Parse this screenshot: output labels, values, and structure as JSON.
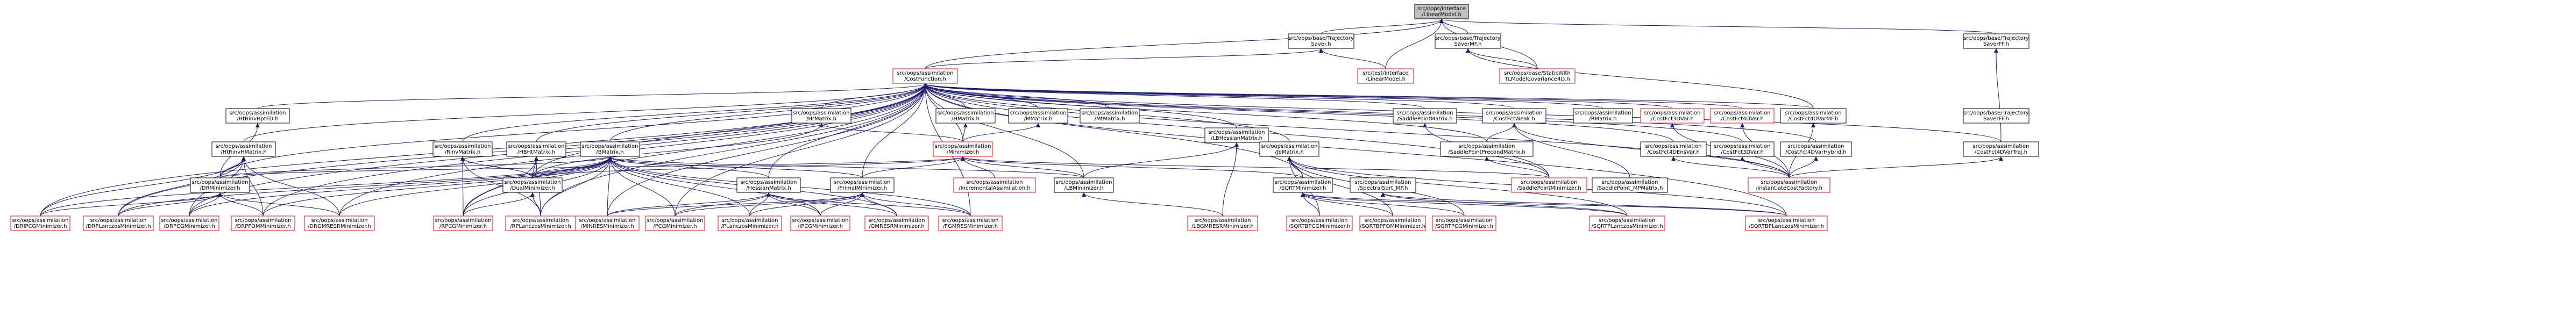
{
  "colors": {
    "edge": "#191970",
    "node_border_black": "#000000",
    "node_border_red": "#ff0000",
    "focus_fill": "#bfbfbf",
    "node_fill": "#ffffff"
  },
  "nodes": [
    {
      "id": "root",
      "lines": [
        "src/oops/interface",
        "/LinearModel.h"
      ],
      "style": "focus"
    },
    {
      "id": "traj",
      "lines": [
        "src/oops/base/Trajectory",
        "Saver.h"
      ],
      "style": "black"
    },
    {
      "id": "trajMF",
      "lines": [
        "src/oops/base/Trajectory",
        "SaverMF.h"
      ],
      "style": "black"
    },
    {
      "id": "trajFF",
      "lines": [
        "src/oops/base/Trajectory",
        "SaverFF.h"
      ],
      "style": "black"
    },
    {
      "id": "testLM",
      "lines": [
        "src/test/interface",
        "/LinearModel.h"
      ],
      "style": "red"
    },
    {
      "id": "static",
      "lines": [
        "src/oops/base/StaticWith",
        "TLModelCovariance4D.h"
      ],
      "style": "red"
    },
    {
      "id": "cost",
      "lines": [
        "src/oops/assimilation",
        "/CostFunction.h"
      ],
      "style": "red"
    },
    {
      "id": "hthr",
      "lines": [
        "src/oops/assimilation",
        "/HtRinvHptFD.h"
      ],
      "style": "black"
    },
    {
      "id": "hmat",
      "lines": [
        "src/oops/assimilation",
        "/HtMatrix.h"
      ],
      "style": "black"
    },
    {
      "id": "hm",
      "lines": [
        "src/oops/assimilation",
        "/HMatrix.h"
      ],
      "style": "black"
    },
    {
      "id": "mm",
      "lines": [
        "src/oops/assimilation",
        "/MMatrix.h"
      ],
      "style": "black"
    },
    {
      "id": "mtm",
      "lines": [
        "src/oops/assimilation",
        "/MtMatrix.h"
      ],
      "style": "black"
    },
    {
      "id": "lbh",
      "lines": [
        "src/oops/assimilation",
        "/LBHessianMatrix.h"
      ],
      "style": "black"
    },
    {
      "id": "spm",
      "lines": [
        "src/oops/assimilation",
        "/SaddlePointMatrix.h"
      ],
      "style": "black"
    },
    {
      "id": "cfw",
      "lines": [
        "src/oops/assimilation",
        "/CostFctWeak.h"
      ],
      "style": "black"
    },
    {
      "id": "rm",
      "lines": [
        "src/oops/assimilation",
        "/RMatrix.h"
      ],
      "style": "black"
    },
    {
      "id": "cf3d",
      "lines": [
        "src/oops/assimilation",
        "/CostFct3DVar.h"
      ],
      "style": "red"
    },
    {
      "id": "cf4d",
      "lines": [
        "src/oops/assimilation",
        "/CostFct4DVar.h"
      ],
      "style": "red"
    },
    {
      "id": "cf4dvf",
      "lines": [
        "src/oops/assimilation",
        "/CostFct4DVarMF.h"
      ],
      "style": "black"
    },
    {
      "id": "trajff2",
      "lines": [
        "src/oops/base/Trajectory",
        "SaverFF.h"
      ],
      "style": "black"
    },
    {
      "id": "htrh",
      "lines": [
        "src/oops/assimilation",
        "/HtRinvHMatrix.h"
      ],
      "style": "black"
    },
    {
      "id": "rinv",
      "lines": [
        "src/oops/assimilation",
        "/RinvMatrix.h"
      ],
      "style": "black"
    },
    {
      "id": "hbh",
      "lines": [
        "src/oops/assimilation",
        "/HBHtMatrix.h"
      ],
      "style": "black"
    },
    {
      "id": "bm",
      "lines": [
        "src/oops/assimilation",
        "/BMatrix.h"
      ],
      "style": "black"
    },
    {
      "id": "minim",
      "lines": [
        "src/oops/assimilation",
        "/Minimizer.h"
      ],
      "style": "red"
    },
    {
      "id": "jbm",
      "lines": [
        "src/oops/assimilation",
        "/JbMatrix.h"
      ],
      "style": "black"
    },
    {
      "id": "sppm",
      "lines": [
        "src/oops/assimilation",
        "/SaddlePointPrecondMatrix.h"
      ],
      "style": "black"
    },
    {
      "id": "cf4den",
      "lines": [
        "src/oops/assimilation",
        "/CostFct4DEnsVar.h"
      ],
      "style": "black"
    },
    {
      "id": "cf3d2",
      "lines": [
        "src/oops/assimilation",
        "/CostFct3DVar.h"
      ],
      "style": "black"
    },
    {
      "id": "cf4dvh",
      "lines": [
        "src/oops/assimilation",
        "/CostFct4DVarHybrid.h"
      ],
      "style": "black"
    },
    {
      "id": "cf4dt",
      "lines": [
        "src/oops/assimilation",
        "/CostFct4DVarTraj.h"
      ],
      "style": "black"
    },
    {
      "id": "dpm",
      "lines": [
        "src/oops/assimilation",
        "/DRMinimizer.h"
      ],
      "style": "black"
    },
    {
      "id": "dual",
      "lines": [
        "src/oops/assimilation",
        "/DualMinimizer.h"
      ],
      "style": "black"
    },
    {
      "id": "hess",
      "lines": [
        "src/oops/assimilation",
        "/HessianMatrix.h"
      ],
      "style": "black"
    },
    {
      "id": "primal",
      "lines": [
        "src/oops/assimilation",
        "/PrimalMinimizer.h"
      ],
      "style": "black"
    },
    {
      "id": "incr",
      "lines": [
        "src/oops/assimilation",
        "/IncrementalAssimilation.h"
      ],
      "style": "red"
    },
    {
      "id": "lbmin",
      "lines": [
        "src/oops/assimilation",
        "/LBMinimizer.h"
      ],
      "style": "black"
    },
    {
      "id": "sqrt",
      "lines": [
        "src/oops/assimilation",
        "/SQRTMinimizer.h"
      ],
      "style": "black"
    },
    {
      "id": "spectral",
      "lines": [
        "src/oops/assimilation",
        "/SpectralSqrt_MP.h"
      ],
      "style": "black"
    },
    {
      "id": "spmin",
      "lines": [
        "src/oops/assimilation",
        "/SaddlePointMinimizer.h"
      ],
      "style": "red"
    },
    {
      "id": "spmp",
      "lines": [
        "src/oops/assimilation",
        "/SaddlePoint_MPMatrix.h"
      ],
      "style": "black"
    },
    {
      "id": "ifact",
      "lines": [
        "src/oops/assimilation",
        "/instantiateCostFactory.h"
      ],
      "style": "red"
    },
    {
      "id": "drip",
      "lines": [
        "src/oops/assimilation",
        "/DRIPCGMinimizer.h"
      ],
      "style": "red"
    },
    {
      "id": "drpl",
      "lines": [
        "src/oops/assimilation",
        "/DRPLanczosMinimizer.h"
      ],
      "style": "red"
    },
    {
      "id": "drpcg",
      "lines": [
        "src/oops/assimilation",
        "/DRPCGMinimizer.h"
      ],
      "style": "red"
    },
    {
      "id": "drpfom",
      "lines": [
        "src/oops/assimilation",
        "/DRPFOMMinimizer.h"
      ],
      "style": "red"
    },
    {
      "id": "drgm",
      "lines": [
        "src/oops/assimilation",
        "/DRGMRESRMinimizer.h"
      ],
      "style": "red"
    },
    {
      "id": "rpcg",
      "lines": [
        "src/oops/assimilation",
        "/RPCGMinimizer.h"
      ],
      "style": "red"
    },
    {
      "id": "rplz",
      "lines": [
        "src/oops/assimilation",
        "/RPLanczosMinimizer.h"
      ],
      "style": "red"
    },
    {
      "id": "minres",
      "lines": [
        "src/oops/assimilation",
        "/MINRESMinimizer.h"
      ],
      "style": "red"
    },
    {
      "id": "pcg",
      "lines": [
        "src/oops/assimilation",
        "/PCGMinimizer.h"
      ],
      "style": "red"
    },
    {
      "id": "plz",
      "lines": [
        "src/oops/assimilation",
        "/PLanczosMinimizer.h"
      ],
      "style": "red"
    },
    {
      "id": "ipcg",
      "lines": [
        "src/oops/assimilation",
        "/IPCGMinimizer.h"
      ],
      "style": "red"
    },
    {
      "id": "gmres",
      "lines": [
        "src/oops/assimilation",
        "/GMRESRMinimizer.h"
      ],
      "style": "red"
    },
    {
      "id": "fgmres",
      "lines": [
        "src/oops/assimilation",
        "/FGMRESMinimizer.h"
      ],
      "style": "red"
    },
    {
      "id": "lbgm",
      "lines": [
        "src/oops/assimilation",
        "/LBGMRESRMinimizer.h"
      ],
      "style": "red"
    },
    {
      "id": "sqbcg",
      "lines": [
        "src/oops/assimilation",
        "/SQRTBPCGMinimizer.h"
      ],
      "style": "red"
    },
    {
      "id": "sqfom",
      "lines": [
        "src/oops/assimilation",
        "/SQRTBPFOMMinimizer.h"
      ],
      "style": "red"
    },
    {
      "id": "sqpcg",
      "lines": [
        "src/oops/assimilation",
        "/SQRTPCGMinimizer.h"
      ],
      "style": "red"
    },
    {
      "id": "sqlz",
      "lines": [
        "src/oops/assimilation",
        "/SQRTPLanczosMinimizer.h"
      ],
      "style": "red"
    },
    {
      "id": "sqblz",
      "lines": [
        "src/oops/assimilation",
        "/SQRTBPLanczosMinimizer.h"
      ],
      "style": "red"
    }
  ],
  "edges": [
    [
      "traj",
      "root"
    ],
    [
      "trajMF",
      "root"
    ],
    [
      "trajFF",
      "root"
    ],
    [
      "testLM",
      "root"
    ],
    [
      "static",
      "root"
    ],
    [
      "cost",
      "root"
    ],
    [
      "cost",
      "traj"
    ],
    [
      "testLM",
      "traj"
    ],
    [
      "static",
      "trajMF"
    ],
    [
      "cf4dvf",
      "trajMF"
    ],
    [
      "cf4dt",
      "trajFF"
    ],
    [
      "hthr",
      "cost"
    ],
    [
      "hmat",
      "cost"
    ],
    [
      "hm",
      "cost"
    ],
    [
      "mm",
      "cost"
    ],
    [
      "mtm",
      "cost"
    ],
    [
      "lbh",
      "cost"
    ],
    [
      "spm",
      "cost"
    ],
    [
      "cfw",
      "cost"
    ],
    [
      "rm",
      "cost"
    ],
    [
      "cf3d",
      "cost"
    ],
    [
      "cf4d",
      "cost"
    ],
    [
      "cf4dvf",
      "cost"
    ],
    [
      "htrh",
      "cost"
    ],
    [
      "rinv",
      "cost"
    ],
    [
      "hbh",
      "cost"
    ],
    [
      "bm",
      "cost"
    ],
    [
      "minim",
      "cost"
    ],
    [
      "jbm",
      "cost"
    ],
    [
      "sppm",
      "cost"
    ],
    [
      "cf4den",
      "cost"
    ],
    [
      "cf3d2",
      "cost"
    ],
    [
      "cf4dvh",
      "cost"
    ],
    [
      "cf4dt",
      "cost"
    ],
    [
      "dpm",
      "cost"
    ],
    [
      "dual",
      "cost"
    ],
    [
      "hess",
      "cost"
    ],
    [
      "primal",
      "cost"
    ],
    [
      "lbmin",
      "cost"
    ],
    [
      "sqrt",
      "cost"
    ],
    [
      "spmin",
      "cost"
    ],
    [
      "ifact",
      "cost"
    ],
    [
      "drip",
      "cost"
    ],
    [
      "drpl",
      "cost"
    ],
    [
      "drpcg",
      "cost"
    ],
    [
      "drpfom",
      "cost"
    ],
    [
      "drgm",
      "cost"
    ],
    [
      "rpcg",
      "cost"
    ],
    [
      "rplz",
      "cost"
    ],
    [
      "minres",
      "cost"
    ],
    [
      "pcg",
      "cost"
    ],
    [
      "fgmres",
      "cost"
    ],
    [
      "sqblz",
      "cost"
    ],
    [
      "dpm",
      "hthr"
    ],
    [
      "minim",
      "hmat"
    ],
    [
      "dual",
      "hmat"
    ],
    [
      "minim",
      "hm"
    ],
    [
      "minim",
      "mm"
    ],
    [
      "lbmin",
      "lbh"
    ],
    [
      "lbgm",
      "lbh"
    ],
    [
      "spmin",
      "spm"
    ],
    [
      "sppm",
      "cfw"
    ],
    [
      "spmp",
      "cfw"
    ],
    [
      "ifact",
      "cfw"
    ],
    [
      "ifact",
      "cf3d"
    ],
    [
      "ifact",
      "cf4d"
    ],
    [
      "ifact",
      "cf4dvh"
    ],
    [
      "ifact",
      "cf4dvf"
    ],
    [
      "ifact",
      "cf4dt"
    ],
    [
      "dpm",
      "htrh"
    ],
    [
      "drip",
      "htrh"
    ],
    [
      "drpl",
      "htrh"
    ],
    [
      "drpcg",
      "htrh"
    ],
    [
      "drpfom",
      "htrh"
    ],
    [
      "drgm",
      "htrh"
    ],
    [
      "dual",
      "rinv"
    ],
    [
      "rpcg",
      "rinv"
    ],
    [
      "rplz",
      "rinv"
    ],
    [
      "dual",
      "hbh"
    ],
    [
      "rpcg",
      "hbh"
    ],
    [
      "rplz",
      "hbh"
    ],
    [
      "dpm",
      "bm"
    ],
    [
      "dual",
      "bm"
    ],
    [
      "hess",
      "bm"
    ],
    [
      "primal",
      "bm"
    ],
    [
      "lbmin",
      "bm"
    ],
    [
      "drip",
      "bm"
    ],
    [
      "drpl",
      "bm"
    ],
    [
      "drpcg",
      "bm"
    ],
    [
      "drpfom",
      "bm"
    ],
    [
      "drgm",
      "bm"
    ],
    [
      "rpcg",
      "bm"
    ],
    [
      "rplz",
      "bm"
    ],
    [
      "minres",
      "bm"
    ],
    [
      "pcg",
      "bm"
    ],
    [
      "plz",
      "bm"
    ],
    [
      "ipcg",
      "bm"
    ],
    [
      "gmres",
      "bm"
    ],
    [
      "fgmres",
      "bm"
    ],
    [
      "dpm",
      "minim"
    ],
    [
      "dual",
      "minim"
    ],
    [
      "primal",
      "minim"
    ],
    [
      "incr",
      "minim"
    ],
    [
      "lbmin",
      "minim"
    ],
    [
      "sqrt",
      "minim"
    ],
    [
      "spmin",
      "minim"
    ],
    [
      "sqrt",
      "jbm"
    ],
    [
      "sqbcg",
      "jbm"
    ],
    [
      "sqfom",
      "jbm"
    ],
    [
      "sqpcg",
      "jbm"
    ],
    [
      "sqlz",
      "jbm"
    ],
    [
      "sqblz",
      "jbm"
    ],
    [
      "spmin",
      "sppm"
    ],
    [
      "ifact",
      "cf4den"
    ],
    [
      "ifact",
      "cf3d2"
    ],
    [
      "drip",
      "dpm"
    ],
    [
      "drpl",
      "dpm"
    ],
    [
      "drpcg",
      "dpm"
    ],
    [
      "drpfom",
      "dpm"
    ],
    [
      "drgm",
      "dpm"
    ],
    [
      "rpcg",
      "dual"
    ],
    [
      "rplz",
      "dual"
    ],
    [
      "minres",
      "hess"
    ],
    [
      "pcg",
      "hess"
    ],
    [
      "plz",
      "hess"
    ],
    [
      "ipcg",
      "hess"
    ],
    [
      "gmres",
      "hess"
    ],
    [
      "fgmres",
      "hess"
    ],
    [
      "minres",
      "primal"
    ],
    [
      "pcg",
      "primal"
    ],
    [
      "plz",
      "primal"
    ],
    [
      "ipcg",
      "primal"
    ],
    [
      "gmres",
      "primal"
    ],
    [
      "fgmres",
      "primal"
    ],
    [
      "lbgm",
      "lbmin"
    ],
    [
      "sqbcg",
      "sqrt"
    ],
    [
      "sqfom",
      "sqrt"
    ],
    [
      "sqpcg",
      "sqrt"
    ],
    [
      "sqlz",
      "sqrt"
    ],
    [
      "sqblz",
      "sqrt"
    ],
    [
      "sqlz",
      "spectral"
    ],
    [
      "sqblz",
      "spectral"
    ]
  ]
}
